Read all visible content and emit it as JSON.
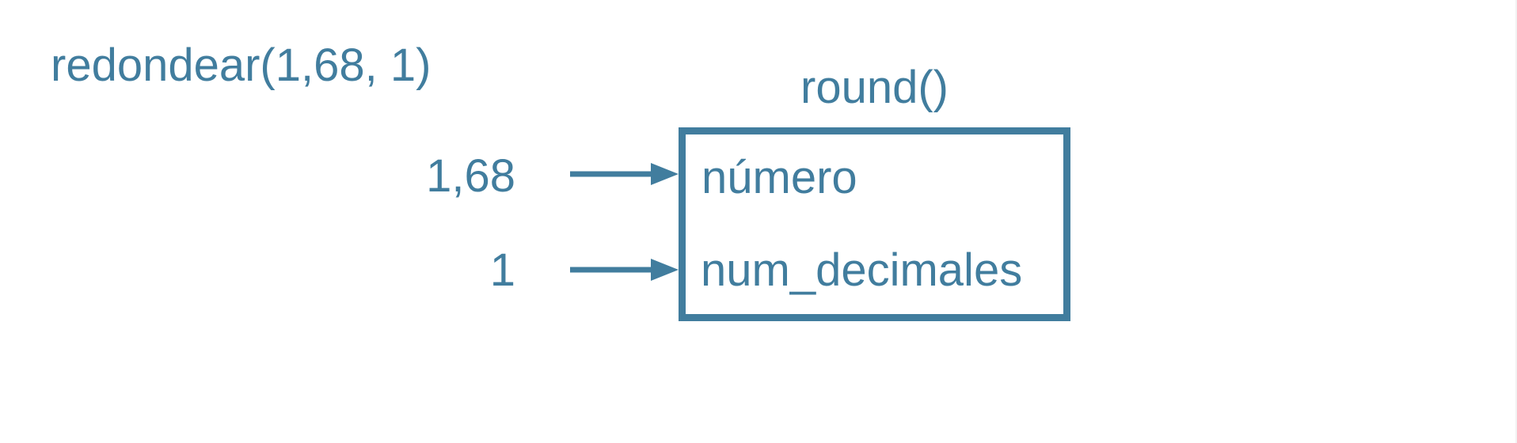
{
  "colors": {
    "accent": "#417d9e",
    "background": "#ffffff"
  },
  "call_expression": "redondear(1,68, 1)",
  "function_box": {
    "title": "round()",
    "params": [
      {
        "name": "número",
        "value": "1,68"
      },
      {
        "name": "num_decimales",
        "value": "1"
      }
    ]
  },
  "icons": {
    "flow": "arrow-right-icon"
  }
}
